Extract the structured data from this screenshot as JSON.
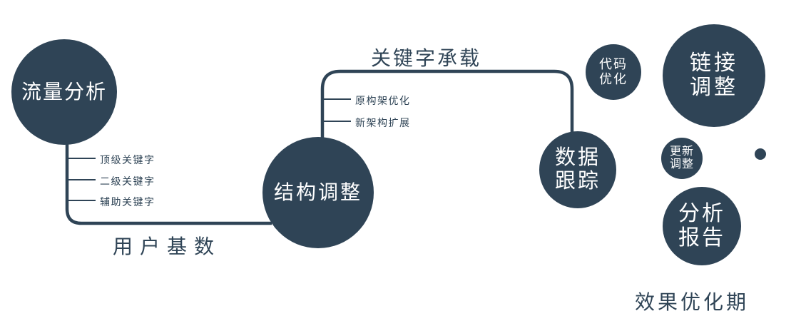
{
  "diagram": {
    "background": "#ffffff",
    "accent": "#2f4456",
    "node_text_color": "#ffffff",
    "nodes": {
      "traffic": {
        "label": "流量分析"
      },
      "structure": {
        "label": "结构调整"
      },
      "data_tracking": {
        "label": "数据\n跟踪"
      },
      "code_optimization": {
        "label": "代码\n优化"
      },
      "link_adjustment": {
        "label": "链接\n调整"
      },
      "update_adjustment": {
        "label": "更新\n调整"
      },
      "analysis_report": {
        "label": "分析\n报告"
      }
    },
    "edge_labels": {
      "keyword_carry": "关键字承载",
      "user_base": "用户基数",
      "effect_period": "效果优化期"
    },
    "tick_labels": {
      "branch1": [
        "顶级关键字",
        "二级关键字",
        "辅助关键字"
      ],
      "branch2": [
        "原构架优化",
        "新架构扩展"
      ]
    }
  }
}
